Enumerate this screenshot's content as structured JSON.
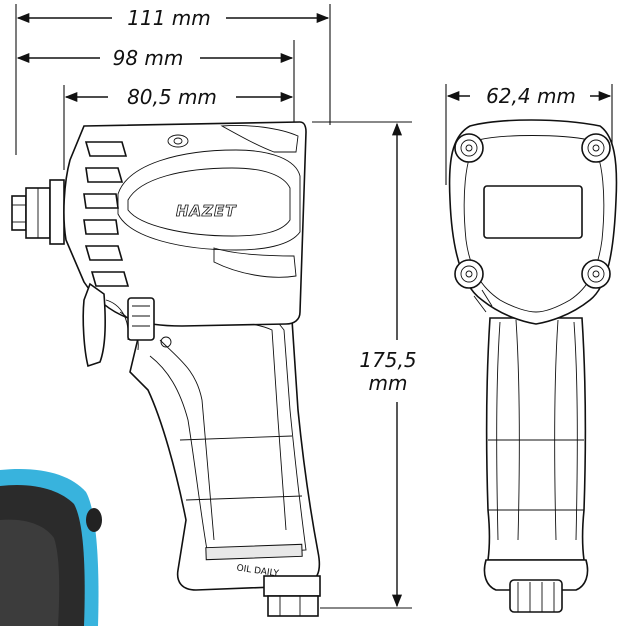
{
  "dimensions": {
    "overall_length": "111 mm",
    "housing_length": "98 mm",
    "head_length": "80,5 mm",
    "width": "62,4 mm",
    "height_value": "175,5",
    "height_unit": "mm"
  },
  "brand": {
    "logo": "HAZET",
    "grip_marking": "OIL DAILY"
  },
  "colors": {
    "line": "#111111",
    "photo_accent": "#38b3dd",
    "photo_dark": "#2b2b2b"
  }
}
